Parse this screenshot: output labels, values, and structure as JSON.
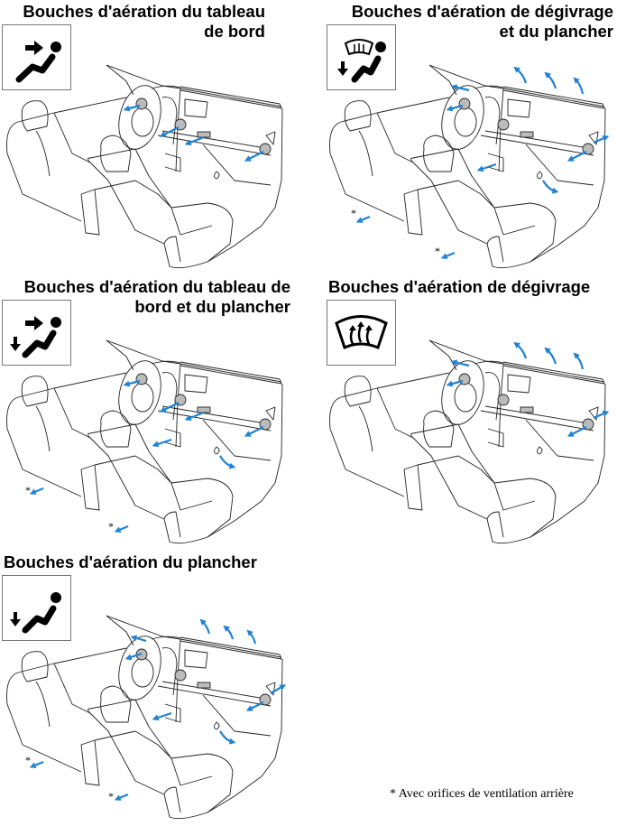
{
  "panels": [
    {
      "title_line1": "Bouches d'aération du tableau",
      "title_line2": "de bord",
      "icon": "panel-vent-icon"
    },
    {
      "title_line1": "Bouches d'aération de dégivrage",
      "title_line2": "et du plancher",
      "icon": "defrost-floor-icon"
    },
    {
      "title_line1": "Bouches d'aération du tableau de",
      "title_line2": "bord et du plancher",
      "icon": "panel-floor-icon"
    },
    {
      "title_line1": "Bouches d'aération de dégivrage",
      "title_line2": "",
      "icon": "defrost-icon"
    },
    {
      "title_line1": "Bouches d'aération du plancher",
      "title_line2": "",
      "icon": "floor-vent-icon"
    }
  ],
  "asterisk": "*",
  "footnote": "* Avec orifices de ventilation arrière",
  "colors": {
    "airflow_arrow": "#1f82d2",
    "line": "#222222"
  }
}
